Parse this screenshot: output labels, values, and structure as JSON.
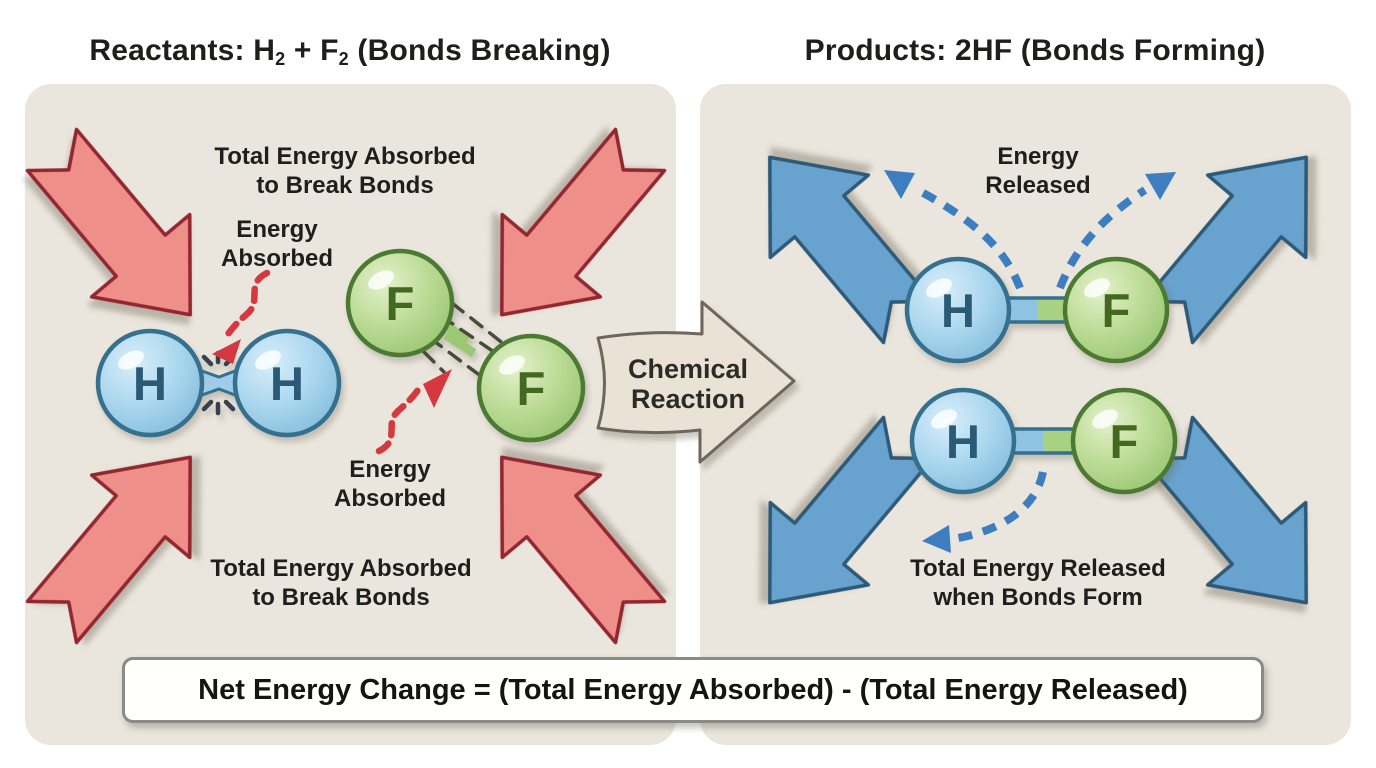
{
  "header": {
    "reactants": {
      "pre": "Reactants: H",
      "sub1": "2",
      "mid": " + F",
      "sub2": "2",
      "post": " (Bonds Breaking)"
    },
    "products": "Products: 2HF (Bonds Forming)"
  },
  "left_panel": {
    "total_absorbed_top": {
      "line1": "Total Energy Absorbed",
      "line2": "to Break Bonds"
    },
    "energy_absorbed_top": {
      "line1": "Energy",
      "line2": "Absorbed"
    },
    "energy_absorbed_bottom": {
      "line1": "Energy",
      "line2": "Absorbed"
    },
    "total_absorbed_bottom": {
      "line1": "Total Energy Absorbed",
      "line2": "to Break Bonds"
    },
    "atoms": {
      "h1": "H",
      "h2": "H",
      "f1": "F",
      "f2": "F"
    }
  },
  "center": {
    "reaction_arrow_label": {
      "line1": "Chemical",
      "line2": "Reaction"
    }
  },
  "right_panel": {
    "energy_released": {
      "line1": "Energy",
      "line2": "Released"
    },
    "total_released": {
      "line1": "Total Energy Released",
      "line2": "when Bonds Form"
    },
    "atoms": {
      "m1_h": "H",
      "m1_f": "F",
      "m2_h": "H",
      "m2_f": "F"
    }
  },
  "footer": {
    "equation": "Net Energy Change = (Total Energy Absorbed) - (Total Energy Released)"
  },
  "colors": {
    "panel-bg": "#eae6dd",
    "ink": "#1e1e1c",
    "red-fill": "#ee8f8a",
    "red-stroke": "#93262f",
    "blue-fill": "#68a2ce",
    "blue-stroke": "#2e5a78",
    "tan-fill": "#e9e2d5",
    "tan-stroke": "#6e665c",
    "atom-blue-stroke": "#35708f",
    "atom-green-stroke": "#4d7a33",
    "h-letter": "#2a5a75",
    "f-letter": "#42691f",
    "squiggle-red": "#d5383f",
    "dash-blue": "#3d7ec0",
    "box-border": "#8a8a86"
  }
}
